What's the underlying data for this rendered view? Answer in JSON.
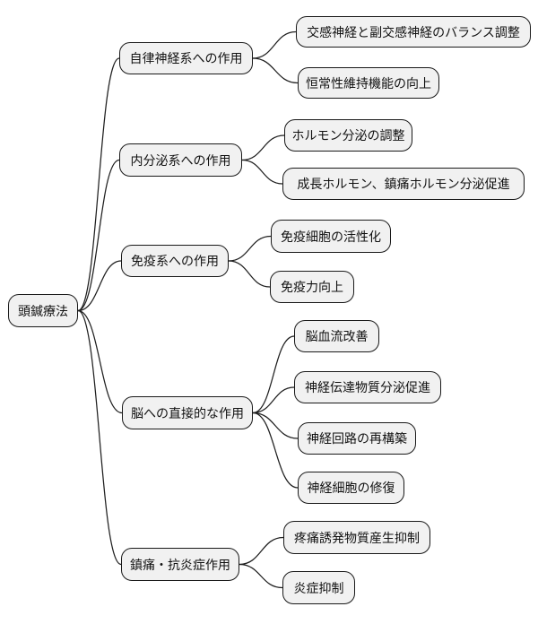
{
  "diagram": {
    "type": "mindmap",
    "root": {
      "label": "頭鍼療法"
    },
    "branches": [
      {
        "label": "自律神経系への作用",
        "children": [
          {
            "label": "交感神経と副交感神経のバランス調整"
          },
          {
            "label": "恒常性維持機能の向上"
          }
        ]
      },
      {
        "label": "内分泌系への作用",
        "children": [
          {
            "label": "ホルモン分泌の調整"
          },
          {
            "label": "成長ホルモン、鎮痛ホルモン分泌促進"
          }
        ]
      },
      {
        "label": "免疫系への作用",
        "children": [
          {
            "label": "免疫細胞の活性化"
          },
          {
            "label": "免疫力向上"
          }
        ]
      },
      {
        "label": "脳への直接的な作用",
        "children": [
          {
            "label": "脳血流改善"
          },
          {
            "label": "神経伝達物質分泌促進"
          },
          {
            "label": "神経回路の再構築"
          },
          {
            "label": "神経細胞の修復"
          }
        ]
      },
      {
        "label": "鎮痛・抗炎症作用",
        "children": [
          {
            "label": "疼痛誘発物質産生抑制"
          },
          {
            "label": "炎症抑制"
          }
        ]
      }
    ],
    "colors": {
      "background": "#ffffff",
      "node_fill": "#f1f1f1",
      "node_border": "#191919",
      "link": "#1f1f1f",
      "text": "#111111"
    }
  }
}
